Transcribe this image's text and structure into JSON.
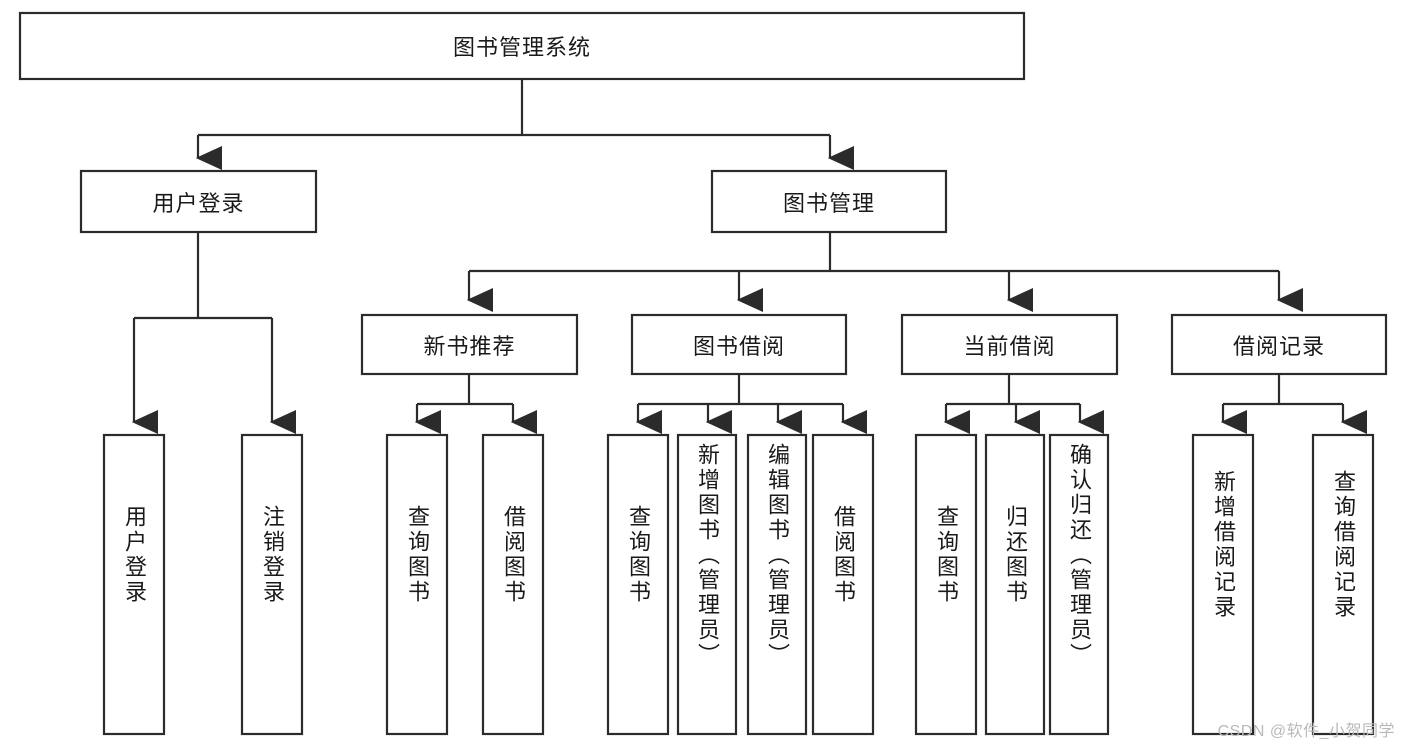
{
  "diagram": {
    "title_node": {
      "label": "图书管理系统"
    },
    "level2": [
      {
        "id": "user-login",
        "label": "用户登录"
      },
      {
        "id": "book-manage",
        "label": "图书管理"
      }
    ],
    "level3": [
      {
        "id": "new-book-recommend",
        "label": "新书推荐"
      },
      {
        "id": "book-borrow",
        "label": "图书借阅"
      },
      {
        "id": "current-borrow",
        "label": "当前借阅"
      },
      {
        "id": "borrow-record",
        "label": "借阅记录"
      }
    ],
    "leaves": [
      {
        "id": "leaf-user-login",
        "label": "用户登录",
        "parent": "user-login"
      },
      {
        "id": "leaf-logout-login",
        "label": "注销登录",
        "parent": "user-login"
      },
      {
        "id": "leaf-query-book-1",
        "label": "查询图书",
        "parent": "new-book-recommend"
      },
      {
        "id": "leaf-borrow-book-1",
        "label": "借阅图书",
        "parent": "new-book-recommend"
      },
      {
        "id": "leaf-query-book-2",
        "label": "查询图书",
        "parent": "book-borrow"
      },
      {
        "id": "leaf-add-book",
        "label": "新增图书（管理员）",
        "parent": "book-borrow"
      },
      {
        "id": "leaf-edit-book",
        "label": "编辑图书（管理员）",
        "parent": "book-borrow"
      },
      {
        "id": "leaf-borrow-book-2",
        "label": "借阅图书",
        "parent": "book-borrow"
      },
      {
        "id": "leaf-query-book-3",
        "label": "查询图书",
        "parent": "current-borrow"
      },
      {
        "id": "leaf-return-book",
        "label": "归还图书",
        "parent": "current-borrow"
      },
      {
        "id": "leaf-confirm-return",
        "label": "确认归还（管理员）",
        "parent": "current-borrow"
      },
      {
        "id": "leaf-add-record",
        "label": "新增借阅记录",
        "parent": "borrow-record"
      },
      {
        "id": "leaf-query-record",
        "label": "查询借阅记录",
        "parent": "borrow-record"
      }
    ],
    "colors": {
      "stroke": "#2b2b2b",
      "fill": "#ffffff",
      "text": "#1a1a1a",
      "watermark": "#b9b9b9"
    }
  },
  "watermark": {
    "text": "CSDN @软件_小贺同学"
  }
}
